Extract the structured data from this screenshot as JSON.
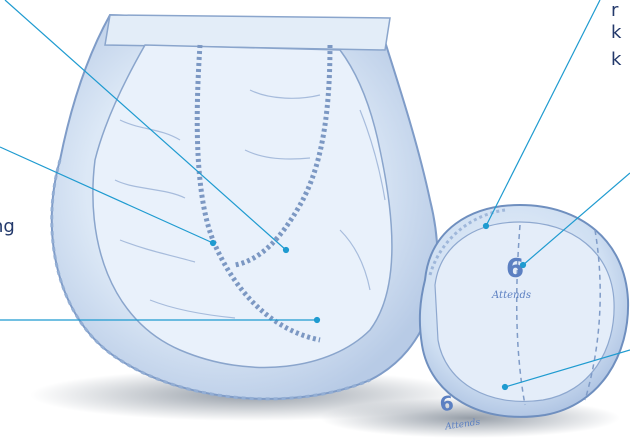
{
  "labels": {
    "left_fragment": "ng",
    "top_right_line1": "r",
    "top_right_line2": "k",
    "top_right_line3": "k"
  },
  "pad": {
    "brand_text_top": "Attends",
    "size_number_top": "6",
    "size_number_bottom": "6",
    "brand_text_bottom": "Attends"
  },
  "colors": {
    "pad_fill": "#dbe7f6",
    "pad_shadow": "#9fb3cf",
    "pad_outline": "#6f8fbf",
    "leader_line": "#1f9bd0",
    "label_text": "#23396b",
    "ground_shadow": "#9aa3ad",
    "brand_text": "#5c80c2"
  }
}
